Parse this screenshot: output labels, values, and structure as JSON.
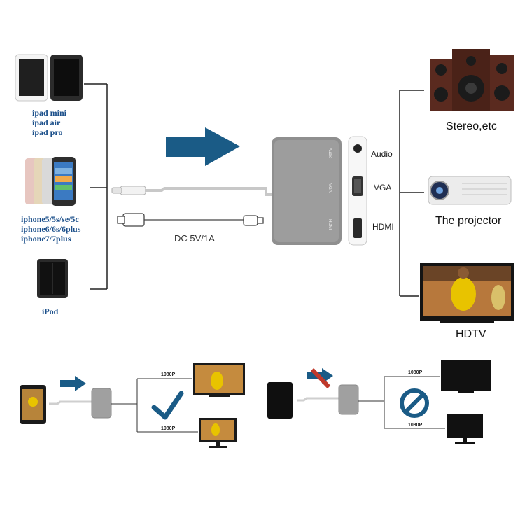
{
  "left_devices": {
    "ipad_labels": [
      "ipad mini",
      "ipad air",
      "ipad pro"
    ],
    "iphone_labels": [
      "iphone5/5s/se/5c",
      "iphone6/6s/6plus",
      "iphone7/7plus"
    ],
    "ipod_label": "iPod"
  },
  "adapter": {
    "port_labels": [
      "Audio",
      "VGA",
      "HDMI"
    ],
    "side_labels": [
      "Audio",
      "VGA",
      "HDMI"
    ],
    "power_label": "DC 5V/1A"
  },
  "outputs": [
    "Stereo,etc",
    "The projector",
    "HDTV"
  ],
  "bottom": {
    "left_resolutions": [
      "1080P",
      "1080P"
    ],
    "right_resolutions": [
      "1080P",
      "1080P"
    ]
  },
  "colors": {
    "arrow": "#1a5b86",
    "text_blue": "#1b4f8a",
    "adapter": "#8f8f8f",
    "check": "#1a5b86"
  }
}
